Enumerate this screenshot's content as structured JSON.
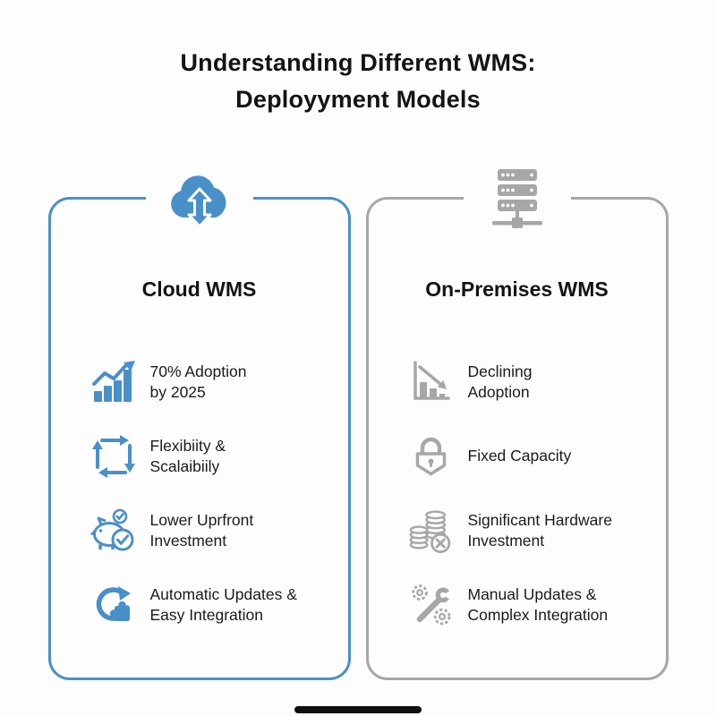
{
  "page": {
    "background": "#fdfdfd"
  },
  "title": {
    "line1": "Understanding Different WMS:",
    "line2": "Deployyment Models"
  },
  "cards": [
    {
      "title": "Cloud WMS",
      "accent_color": "#4a90c8",
      "header_icon": "cloud-sync-icon",
      "items": [
        {
          "icon": "growth-chart-icon",
          "text": "70% Adoption\nby 2025"
        },
        {
          "icon": "sync-arrows-icon",
          "text": "Flexibiity &\nScalaibiily"
        },
        {
          "icon": "piggy-bank-check-icon",
          "text": "Lower Uprfront\nInvestment"
        },
        {
          "icon": "refresh-puzzle-icon",
          "text": "Automatic Updates &\nEasy Integration"
        }
      ]
    },
    {
      "title": "On-Premises WMS",
      "accent_color": "#a7a7a7",
      "header_icon": "server-stack-icon",
      "items": [
        {
          "icon": "declining-chart-icon",
          "text": "Declining\nAdoption"
        },
        {
          "icon": "padlock-icon",
          "text": "Fixed Capacity"
        },
        {
          "icon": "coins-x-icon",
          "text": "Significant Hardware\nInvestment"
        },
        {
          "icon": "wrench-gears-icon",
          "text": "Manual Updates &\nComplex Integration"
        }
      ]
    }
  ]
}
